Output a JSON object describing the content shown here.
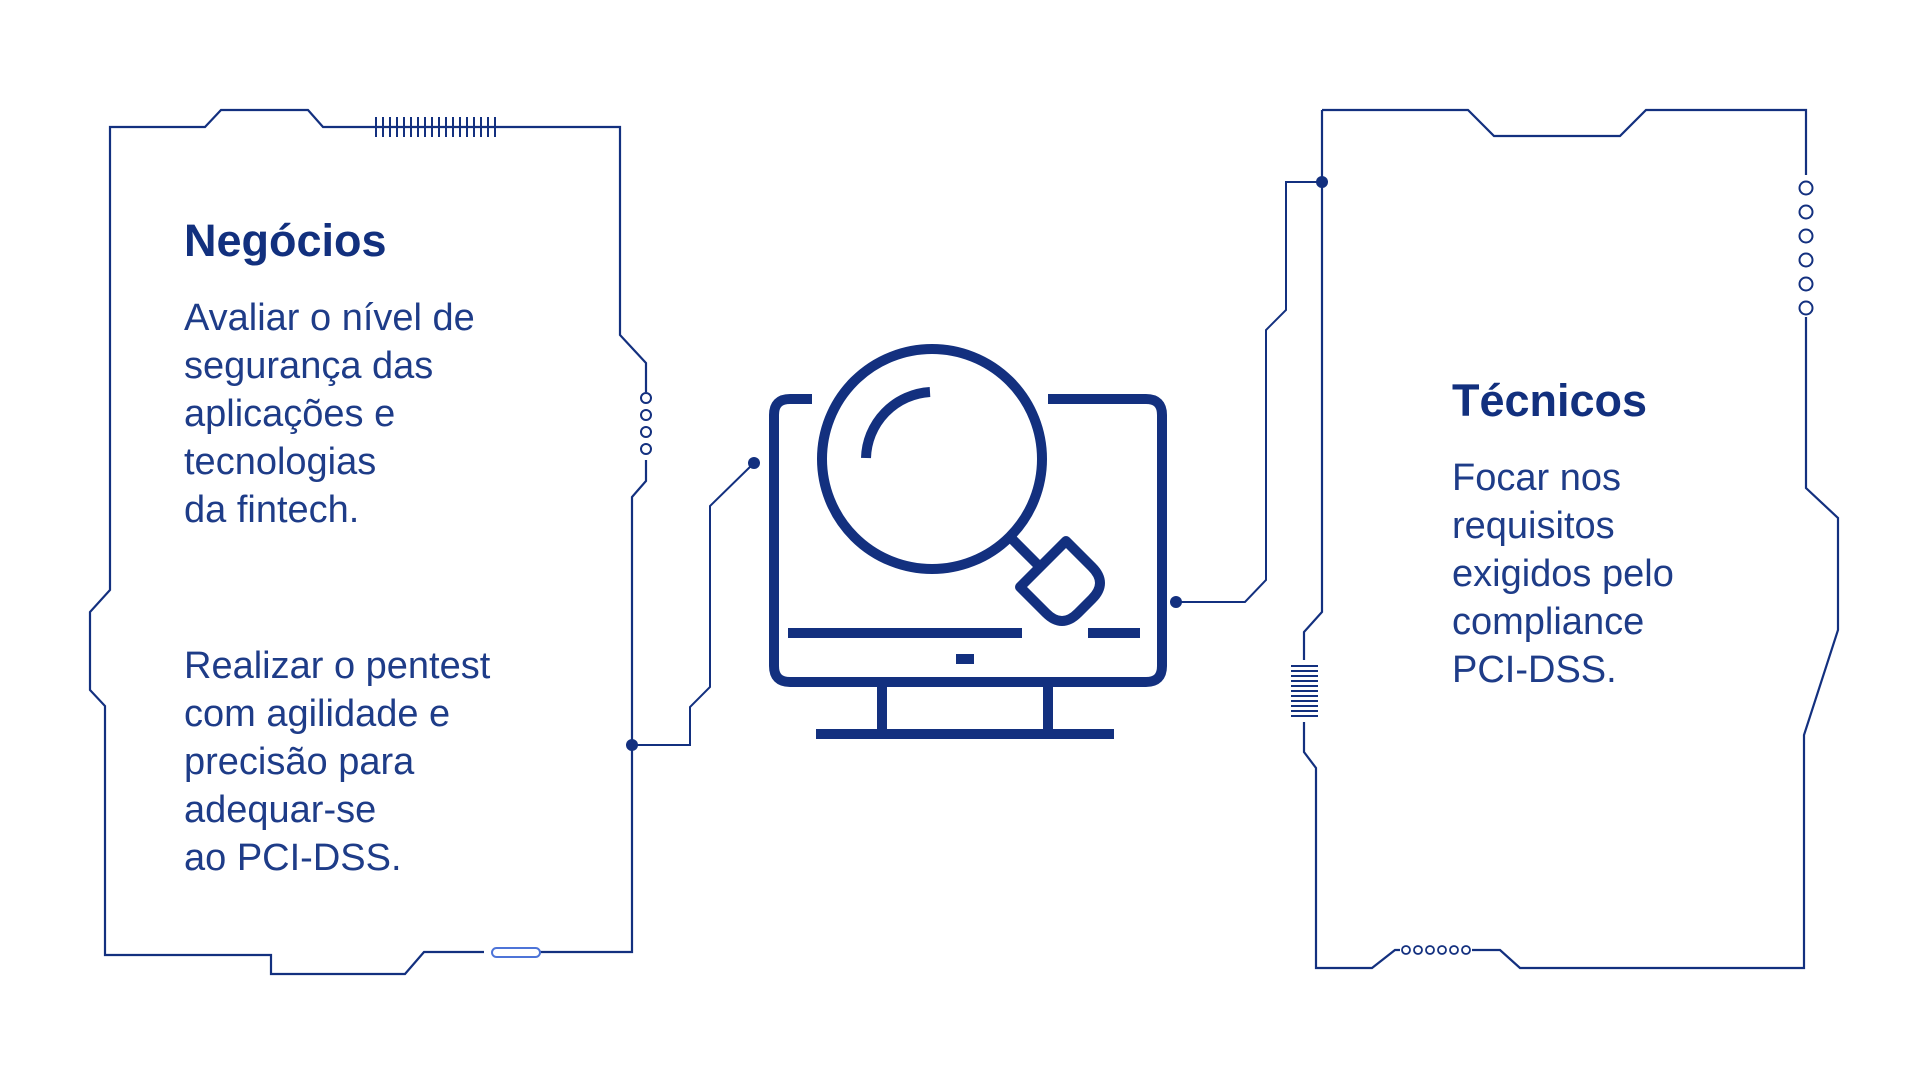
{
  "colors": {
    "navy": "#13307f",
    "text": "#1e3c88",
    "accent_light": "#4d74d8",
    "background": "#ffffff"
  },
  "left_card": {
    "title": "Negócios",
    "paragraph_1": [
      "Avaliar o nível de",
      "segurança das",
      "aplicações e",
      "tecnologias",
      "da fintech."
    ],
    "paragraph_2": [
      "Realizar o pentest",
      "com agilidade e",
      "precisão para",
      "adequar-se",
      "ao PCI-DSS."
    ]
  },
  "right_card": {
    "title": "Técnicos",
    "paragraph_1": [
      "Focar nos",
      "requisitos",
      "exigidos pelo",
      "compliance",
      "PCI-DSS."
    ]
  },
  "center": {
    "icon": "monitor-magnifier-icon"
  }
}
